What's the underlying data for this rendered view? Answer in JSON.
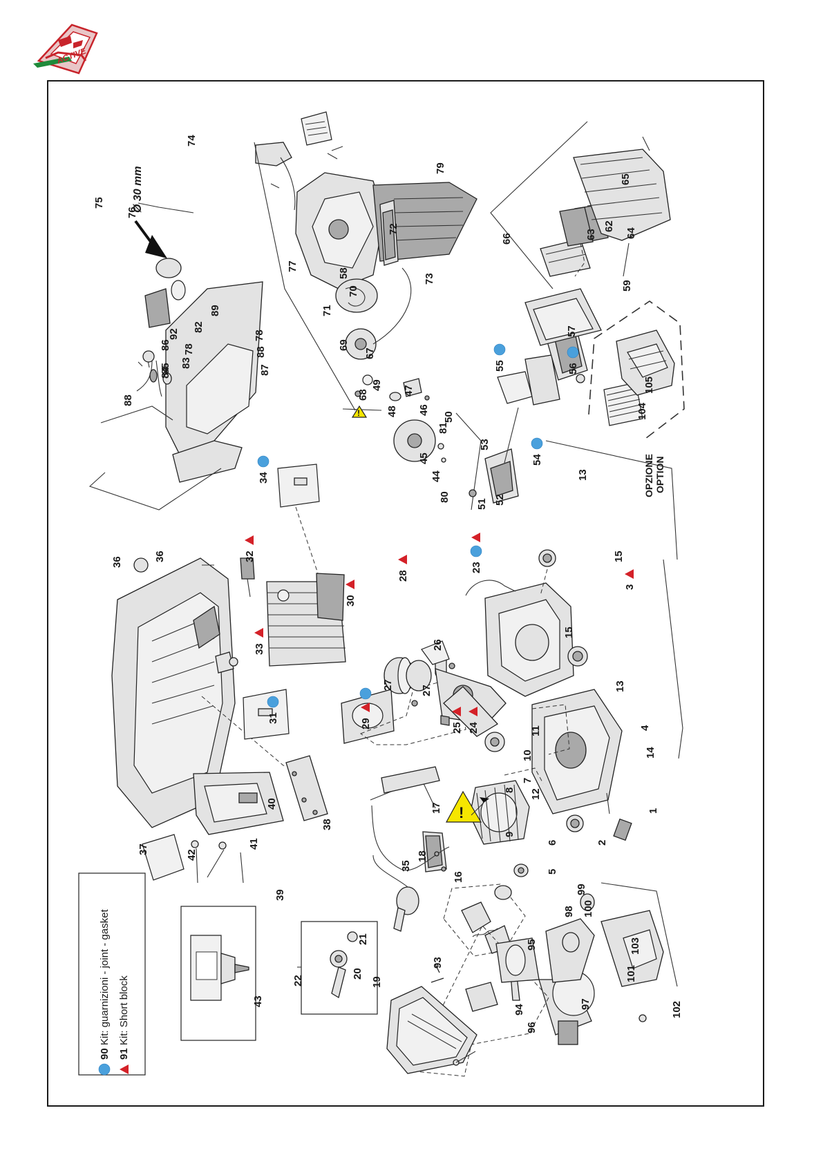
{
  "logo": {
    "lettering": "IT ACTIVE",
    "colors": {
      "red": "#c8242b",
      "green": "#1f8a3a",
      "pink": "#e9c6c7"
    }
  },
  "legend": {
    "kit_90": {
      "number": "90",
      "text": " Kit: guarnizioni - joint - gasket",
      "color": "#4aa0dc"
    },
    "kit_91": {
      "number": "91",
      "text": " Kit: Short block",
      "color": "#d42128"
    }
  },
  "diameter_note": "Ø 30 mm",
  "option_label": {
    "line1": "OPZIONE",
    "line2": "OPTION"
  },
  "part_numbers": [
    "1",
    "2",
    "3",
    "4",
    "5",
    "6",
    "7",
    "8",
    "9",
    "10",
    "11",
    "12",
    "13",
    "13",
    "14",
    "15",
    "15",
    "16",
    "17",
    "18",
    "19",
    "20",
    "21",
    "22",
    "23",
    "24",
    "25",
    "26",
    "27",
    "27",
    "28",
    "29",
    "30",
    "31",
    "32",
    "33",
    "34",
    "35",
    "36",
    "36",
    "37",
    "38",
    "39",
    "40",
    "41",
    "42",
    "43",
    "44",
    "45",
    "46",
    "47",
    "48",
    "49",
    "50",
    "51",
    "52",
    "53",
    "54",
    "55",
    "56",
    "57",
    "58",
    "59",
    "62",
    "63",
    "64",
    "65",
    "66",
    "67",
    "68",
    "69",
    "70",
    "71",
    "72",
    "73",
    "74",
    "75",
    "76",
    "77",
    "78",
    "78",
    "79",
    "80",
    "81",
    "82",
    "83",
    "84",
    "85",
    "86",
    "87",
    "88",
    "88",
    "89",
    "92",
    "93",
    "94",
    "95",
    "96",
    "97",
    "98",
    "99",
    "100",
    "101",
    "102",
    "103",
    "104",
    "105"
  ],
  "colors": {
    "kit_dot": "#4aa0dc",
    "kit_triangle": "#d42128",
    "warning": "#f6e600"
  }
}
